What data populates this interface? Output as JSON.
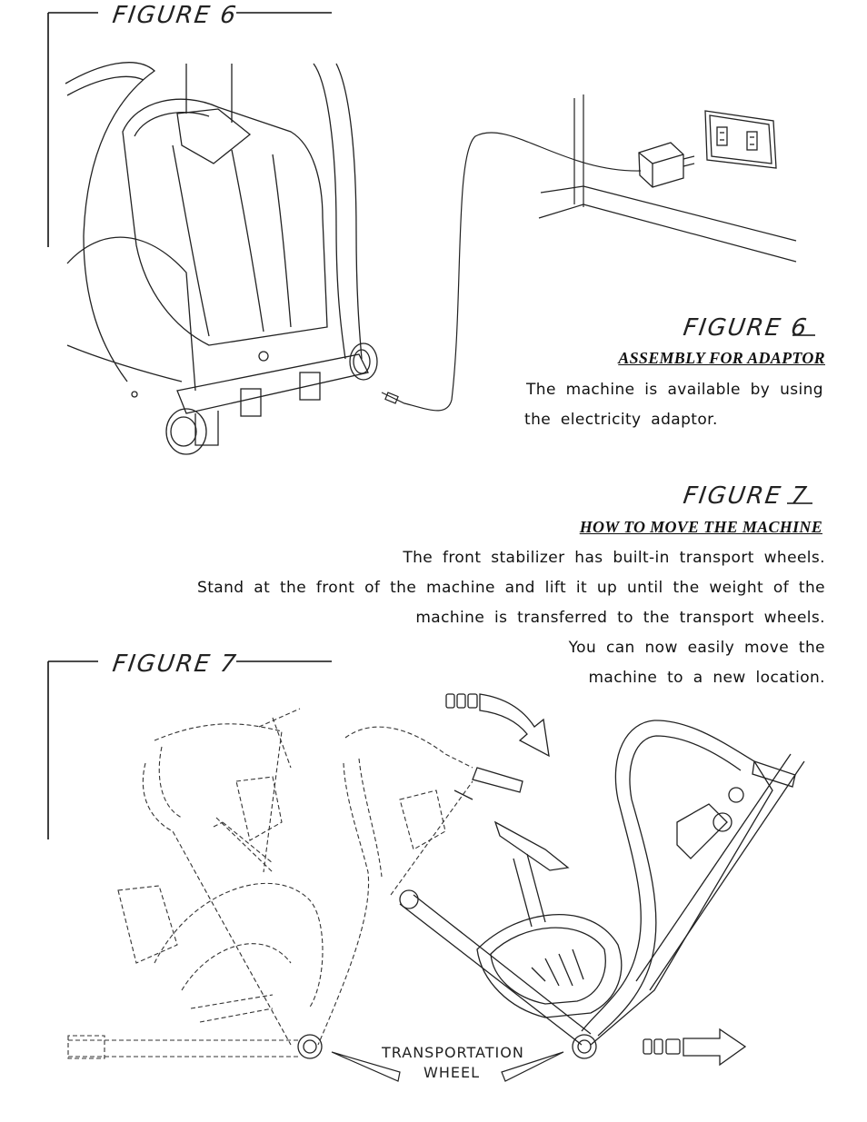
{
  "figure6": {
    "frame_label": "FIGURE 6",
    "caption_label": "FIGURE 6",
    "heading": "ASSEMBLY FOR ADAPTOR",
    "body_lines": [
      "The machine is available by using",
      "the electricity adaptor."
    ]
  },
  "figure7": {
    "frame_label": "FIGURE 7",
    "caption_label": "FIGURE 7",
    "heading": "HOW TO MOVE THE MACHINE",
    "body_lines": [
      "The front stabilizer has built-in transport wheels.",
      "Stand at the front of the machine and lift it up until the weight of the",
      "machine is transferred to the transport wheels.",
      "You can now easily move the",
      "machine to a new location."
    ],
    "callout_lines": [
      "TRANSPORTATION",
      "WHEEL"
    ]
  }
}
